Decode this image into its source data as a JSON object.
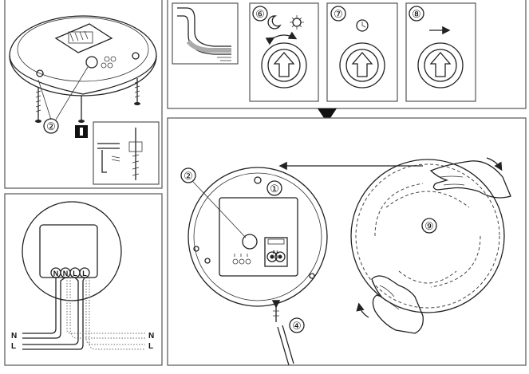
{
  "callouts": {
    "screw_hole_top": "②",
    "mode_day_night": "⑥",
    "mode_timer": "⑦",
    "mode_motion": "⑧",
    "cover_glass": "②",
    "screw": "①",
    "screwdriver": "④",
    "diffuser": "⑨"
  },
  "wiring": {
    "terminals": [
      "N",
      "N",
      "L",
      "L"
    ],
    "left_labels": [
      "N",
      "L"
    ],
    "right_labels": [
      "N",
      "L"
    ]
  },
  "pcb_marking": "ILL"
}
